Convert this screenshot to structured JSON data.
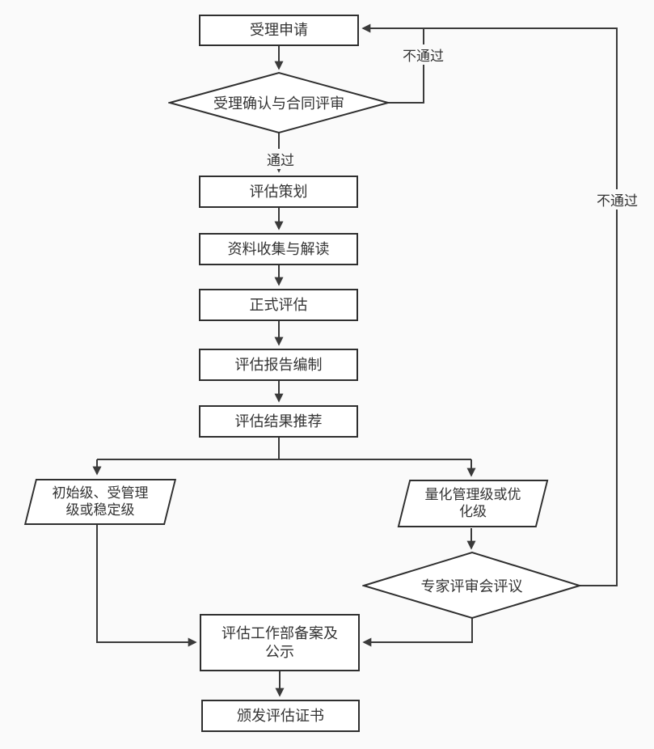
{
  "diagram": {
    "name": "assessment-process-flowchart",
    "nodes": {
      "accept": {
        "label": "受理申请"
      },
      "confirm": {
        "label": "受理确认与合同评审"
      },
      "plan": {
        "label": "评估策划"
      },
      "collect": {
        "label": "资料收集与解读"
      },
      "formal": {
        "label": "正式评估"
      },
      "report": {
        "label": "评估报告编制"
      },
      "recommend": {
        "label": "评估结果推荐"
      },
      "initial_level": {
        "label": "初始级、受管理级或稳定级"
      },
      "quant_level": {
        "label": "量化管理级或优化级"
      },
      "expert": {
        "label": "专家评审会评议"
      },
      "filing": {
        "label": "评估工作部备案及公示"
      },
      "certificate": {
        "label": "颁发评估证书"
      }
    },
    "edge_labels": {
      "pass": "通过",
      "fail_confirm": "不通过",
      "fail_expert": "不通过"
    },
    "colors": {
      "line": "#3a3a3a",
      "border": "#2f2f2f",
      "box_fill": "#ffffff",
      "background": "#fafafa",
      "text": "#333333"
    }
  }
}
